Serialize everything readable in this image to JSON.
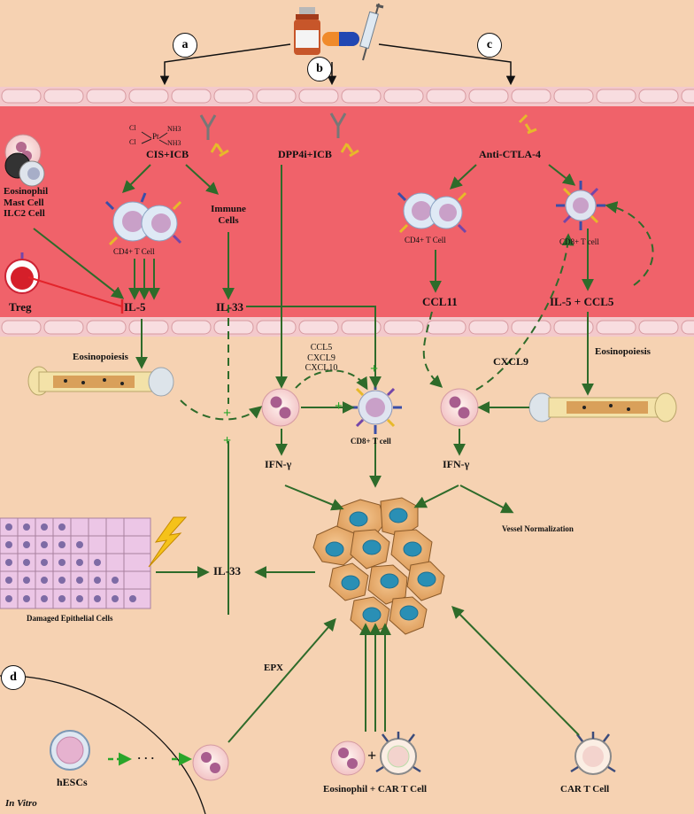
{
  "panels": {
    "a": "a",
    "b": "b",
    "c": "c",
    "d": "d"
  },
  "vessel": {
    "cis_icb": "CIS+ICB",
    "dpp4i_icb": "DPP4i+ICB",
    "anti_ctla4": "Anti-CTLA-4",
    "immune_cells": [
      "Immune",
      "Cells"
    ],
    "cd4_left": "CD4+ T Cell",
    "cd4_right": "CD4+ T Cell",
    "cd8_right": "CD8+ T cell",
    "innate_cells": [
      "Eosinophil",
      "Mast Cell",
      "ILC2 Cell"
    ],
    "treg": "Treg",
    "il5": "IL-5",
    "il33": "IL-33",
    "ccl11": "CCL11",
    "il5_ccl5": "IL-5 + CCL5",
    "chem": {
      "pt": "Pt",
      "cl1": "Cl",
      "cl2": "Cl",
      "nh3a": "NH3",
      "nh3b": "NH3"
    }
  },
  "tissue": {
    "eosinopoiesis_left": "Eosinopoiesis",
    "eosinopoiesis_right": "Eosinopoiesis",
    "chemokines": [
      "CCL5",
      "CXCL9",
      "CXCL10"
    ],
    "cxcl9": "CXCL9",
    "cd8_mid": "CD8+ T cell",
    "ifng_left": "IFN-γ",
    "ifng_right": "IFN-γ",
    "vessel_norm": "Vessel Normalization",
    "il33_tissue": "IL-33",
    "damaged": "Damaged Epithelial Cells",
    "epx": "EPX",
    "hescs": "hESCs",
    "in_vitro": "In Vitro",
    "dots": "· · ·",
    "eos_car": "Eosinophil + CAR T Cell",
    "car_t": "CAR T Cell",
    "plus": "+"
  },
  "colors": {
    "arrow_green": "#2e6b2a",
    "inhibit_red": "#e3242b",
    "vessel_red": "#f0626a",
    "tissue": "#f6d2b2",
    "plus_green": "#2aa52a"
  }
}
